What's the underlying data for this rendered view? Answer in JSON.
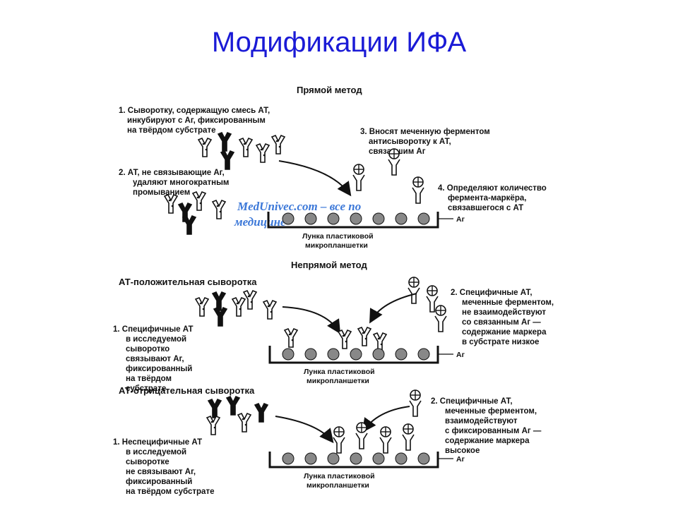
{
  "slide": {
    "title": "Модификации ИФА"
  },
  "direct": {
    "heading": "Прямой метод",
    "step1": [
      "1. Сыворотку, содержащую смесь АТ,",
      "инкубируют с Аг, фиксированным",
      "на твёрдом субстрате"
    ],
    "step2": [
      "2. АТ, не связывающие Аг,",
      "удаляют многократным",
      "промыванием"
    ],
    "step3": [
      "3. Вносят меченную ферментом",
      "антисыворотку к АТ,",
      "связавшим Аг"
    ],
    "step4": [
      "4. Определяют количество",
      "фермента-маркёра,",
      "связавшегося с АТ"
    ],
    "ag_label": "Аг",
    "well_label": [
      "Лунка пластиковой",
      "микропланшетки"
    ],
    "watermark": [
      "MedUnivec.com – все по",
      "медицине"
    ]
  },
  "indirect": {
    "heading": "Непрямой метод",
    "positive": {
      "heading": "АТ-положительная сыворотка",
      "step1": [
        "1. Специфичные АТ",
        "в исследуемой",
        "сыворотко",
        "связывают Аг,",
        "фиксированный",
        "на твёрдом",
        "субстрате"
      ],
      "step2": [
        "2. Специфичные АТ,",
        "меченные ферментом,",
        "не взаимодействуют",
        "со связанным Аг —",
        "содержание маркера",
        "в субстрате низкое"
      ],
      "ag_label": "Аг",
      "well_label": [
        "Лунка пластиковой",
        "микропланшетки"
      ]
    },
    "negative": {
      "heading": "АТ-отрицательная сыворотка",
      "step1": [
        "1. Неспецифичные АТ",
        "в исследуемой",
        "сыворотке",
        "не связывают Аг,",
        "фиксированный",
        "на твёрдом субстрате"
      ],
      "step2": [
        "2. Специфичные АТ,",
        "меченные ферментом,",
        "взаимодействуют",
        "с фиксированным Аг —",
        "содержание маркера",
        "высокое"
      ],
      "ag_label": "Аг",
      "well_label": [
        "Лунка пластиковой",
        "микропланшетки"
      ]
    }
  }
}
